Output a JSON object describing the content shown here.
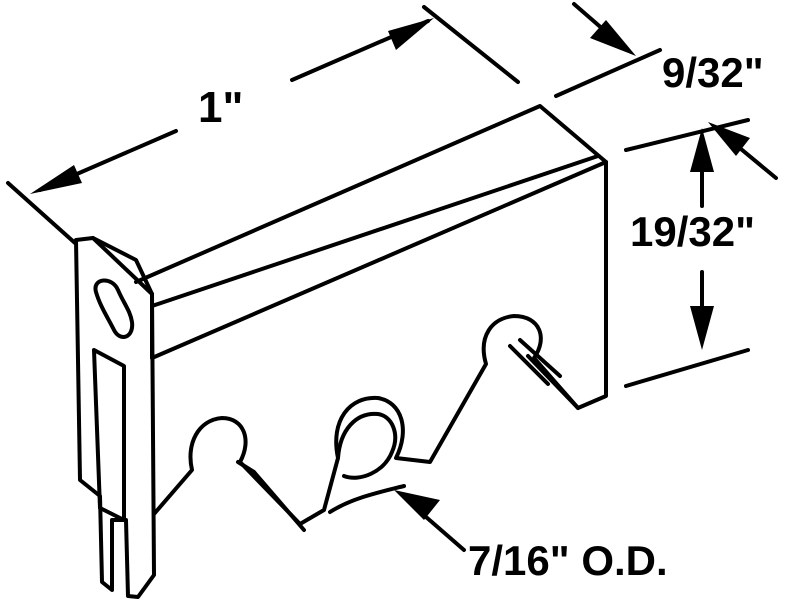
{
  "figure": {
    "background": "#ffffff",
    "ink": "#000000"
  },
  "dimensions": {
    "width": "1\"",
    "depth": "9/32\"",
    "height": "19/32\"",
    "roller_diameter": "7/16\" O.D."
  }
}
